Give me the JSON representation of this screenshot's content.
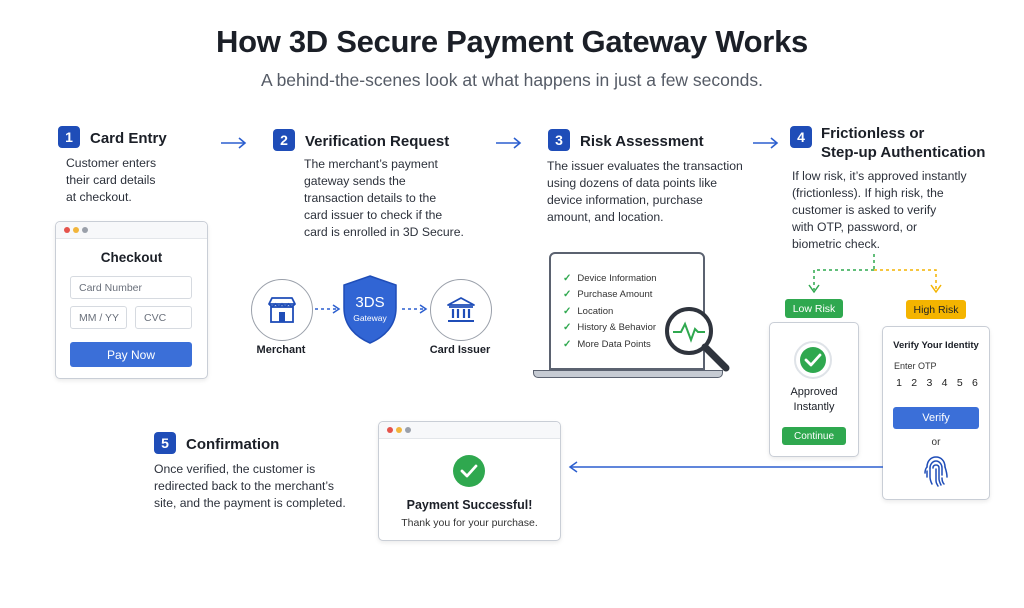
{
  "header": {
    "title": "How 3D Secure Payment Gateway Works",
    "subtitle": "A behind-the-scenes look at what happens in just a few seconds."
  },
  "steps": [
    {
      "number": "1",
      "title": "Card Entry",
      "desc": [
        "Customer enters",
        "their card details",
        "at checkout."
      ]
    },
    {
      "number": "2",
      "title": "Verification Request",
      "desc": [
        "The merchant’s payment",
        "gateway sends the",
        "transaction details to the",
        "card issuer to check if the",
        "card is enrolled in 3D Secure."
      ]
    },
    {
      "number": "3",
      "title": "Risk Assessment",
      "desc": [
        "The issuer evaluates the transaction",
        "using dozens of data points like",
        "device information, purchase",
        "amount, and location."
      ]
    },
    {
      "number": "4",
      "title_lines": [
        "Frictionless or",
        "Step-up Authentication"
      ],
      "desc": [
        "If low risk, it’s approved instantly",
        "(frictionless). If high risk, the",
        "customer is asked to verify",
        "with OTP, password, or",
        "biometric check."
      ]
    },
    {
      "number": "5",
      "title": "Confirmation",
      "desc": [
        "Once verified, the customer is",
        "redirected back to the merchant’s",
        "site, and the payment is completed."
      ]
    }
  ],
  "checkout": {
    "heading": "Checkout",
    "card_number_placeholder": "Card Number",
    "expiry_placeholder": "MM / YY",
    "cvc_placeholder": "CVC",
    "pay_button": "Pay Now"
  },
  "flow": {
    "merchant_label": "Merchant",
    "gateway_title": "3DS",
    "gateway_sub": "Gateway",
    "issuer_label": "Card Issuer"
  },
  "risk_list": [
    "Device Information",
    "Purchase Amount",
    "Location",
    "History & Behavior",
    "More Data Points"
  ],
  "low_risk": {
    "badge": "Low Risk",
    "status_lines": [
      "Approved",
      "Instantly"
    ],
    "button": "Continue"
  },
  "high_risk": {
    "badge": "High Risk",
    "heading": "Verify Your Identity",
    "otp_label": "Enter OTP",
    "otp_digits": [
      "1",
      "2",
      "3",
      "4",
      "5",
      "6"
    ],
    "verify_button": "Verify",
    "or_text": "or"
  },
  "success": {
    "title": "Payment Successful!",
    "message": "Thank you for your purchase."
  },
  "colors": {
    "primary": "#1f4db8",
    "button_blue": "#3b6fd8",
    "success_green": "#2fa84f",
    "warning_yellow": "#f4b400"
  },
  "icons": [
    "storefront-icon",
    "shield-icon",
    "bank-icon",
    "magnifier-icon",
    "heartbeat-icon",
    "check-circle-icon",
    "fingerprint-icon",
    "arrow-right-icon"
  ]
}
